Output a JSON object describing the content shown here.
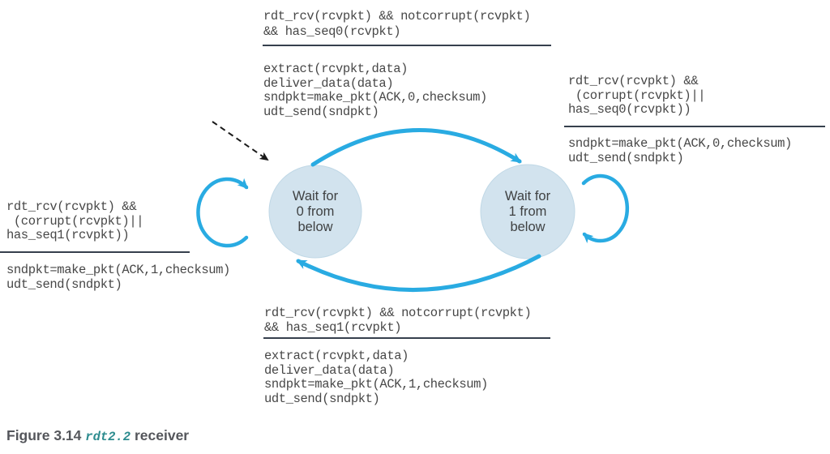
{
  "figure": {
    "label": "Figure 3.14",
    "code": "rdt2.2",
    "suffix": "receiver"
  },
  "states": {
    "wait0": {
      "label": "Wait for\n0 from\nbelow"
    },
    "wait1": {
      "label": "Wait for\n1 from\nbelow"
    }
  },
  "transitions": {
    "top": {
      "condition": "rdt_rcv(rcvpkt) && notcorrupt(rcvpkt)\n&& has_seq0(rcvpkt)",
      "action": "extract(rcvpkt,data)\ndeliver_data(data)\nsndpkt=make_pkt(ACK,0,checksum)\nudt_send(sndpkt)"
    },
    "right_self": {
      "condition": "rdt_rcv(rcvpkt) &&\n (corrupt(rcvpkt)||\nhas_seq0(rcvpkt))",
      "action": "sndpkt=make_pkt(ACK,0,checksum)\nudt_send(sndpkt)"
    },
    "left_self": {
      "condition": "rdt_rcv(rcvpkt) &&\n (corrupt(rcvpkt)||\nhas_seq1(rcvpkt))",
      "action": "sndpkt=make_pkt(ACK,1,checksum)\nudt_send(sndpkt)"
    },
    "bottom": {
      "condition": "rdt_rcv(rcvpkt) && notcorrupt(rcvpkt)\n&& has_seq1(rcvpkt)",
      "action": "extract(rcvpkt,data)\ndeliver_data(data)\nsndpkt=make_pkt(ACK,1,checksum)\nudt_send(sndpkt)"
    }
  },
  "colors": {
    "arrow": "#29ABE2",
    "state_fill": "#D2E3EE",
    "state_edge": "#C0D8E6",
    "separator": "#36404D",
    "code_text": "#474747",
    "caption_text": "#54565B",
    "caption_code": "#2D8C8F",
    "initial_arrow": "#1A1A1A"
  }
}
